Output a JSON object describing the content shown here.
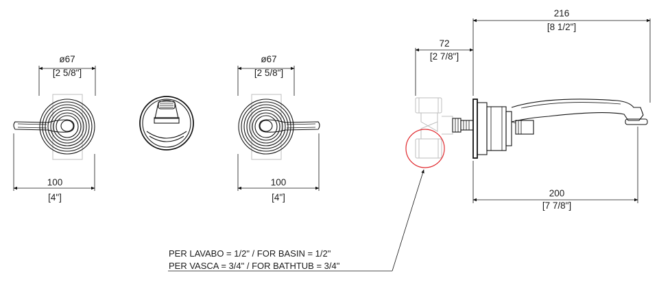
{
  "dimensions": {
    "left_handle_diameter_mm": "ø67",
    "left_handle_diameter_in": "[2 5/8\"]",
    "left_plate_width_mm": "100",
    "left_plate_width_in": "[4\"]",
    "right_handle_diameter_mm": "ø67",
    "right_handle_diameter_in": "[2 5/8\"]",
    "right_plate_width_mm": "100",
    "right_plate_width_in": "[4\"]",
    "valve_offset_mm": "72",
    "valve_offset_in": "[2 7/8\"]",
    "spout_total_mm": "216",
    "spout_total_in": "[8 1/2\"]",
    "spout_reach_mm": "200",
    "spout_reach_in": "[7 7/8\"]"
  },
  "notes": {
    "line1": "PER LAVABO = 1/2\" / FOR BASIN = 1/2\"",
    "line2": "PER VASCA = 3/4\" / FOR BATHTUB = 3/4\""
  },
  "colors": {
    "line": "#111111",
    "hidden": "#bdbdbd",
    "highlight": "#e0262b"
  }
}
